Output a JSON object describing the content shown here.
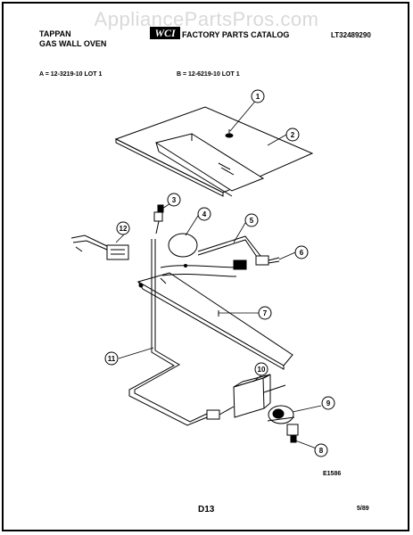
{
  "watermark": "AppliancePartsPros.com",
  "header": {
    "brand_line1": "TAPPAN",
    "brand_line2": "GAS WALL OVEN",
    "logo_text": "WCI",
    "catalog_title": "FACTORY PARTS CATALOG",
    "catalog_code": "LT32489290",
    "model_a": "A = 12-3219-10 LOT 1",
    "model_b": "B = 12-6219-10 LOT 1"
  },
  "callouts": [
    "1",
    "2",
    "3",
    "4",
    "5",
    "6",
    "7",
    "8",
    "9",
    "10",
    "11",
    "12"
  ],
  "footer": {
    "figure_ref": "E1586",
    "page_code": "D13",
    "date": "5/89"
  }
}
